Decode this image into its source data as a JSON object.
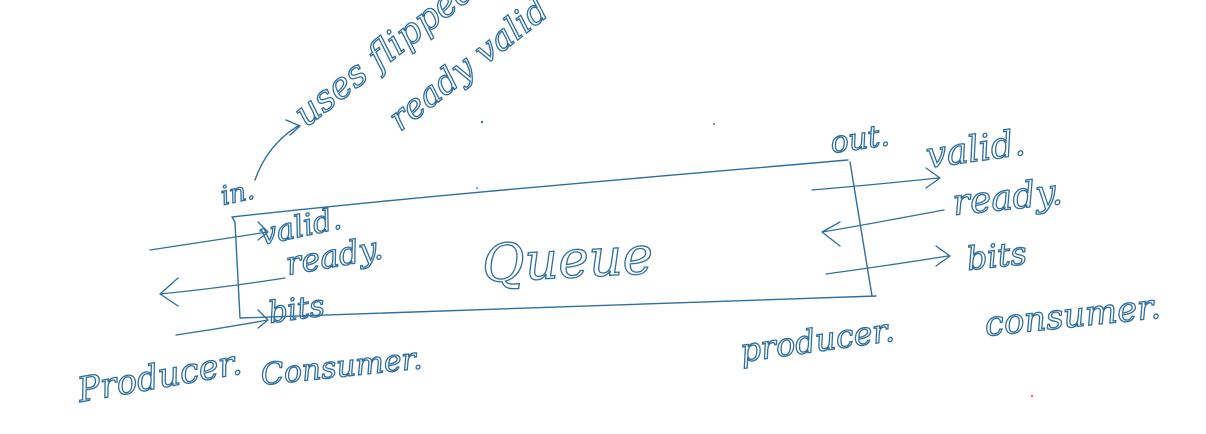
{
  "ink_color": "#2f6f9f",
  "stray_color": "#d23a3a",
  "box": {
    "label": "Queue"
  },
  "note": {
    "line1": "uses flipped",
    "line2": "ready valid"
  },
  "in_port": {
    "name": "in.",
    "signals": [
      "valid.",
      "ready.",
      "bits"
    ],
    "left_role": "Producer.",
    "right_role": "Consumer."
  },
  "out_port": {
    "name": "out.",
    "signals": [
      "valid.",
      "ready.",
      "bits"
    ],
    "left_role": "producer.",
    "right_role": "consumer."
  }
}
